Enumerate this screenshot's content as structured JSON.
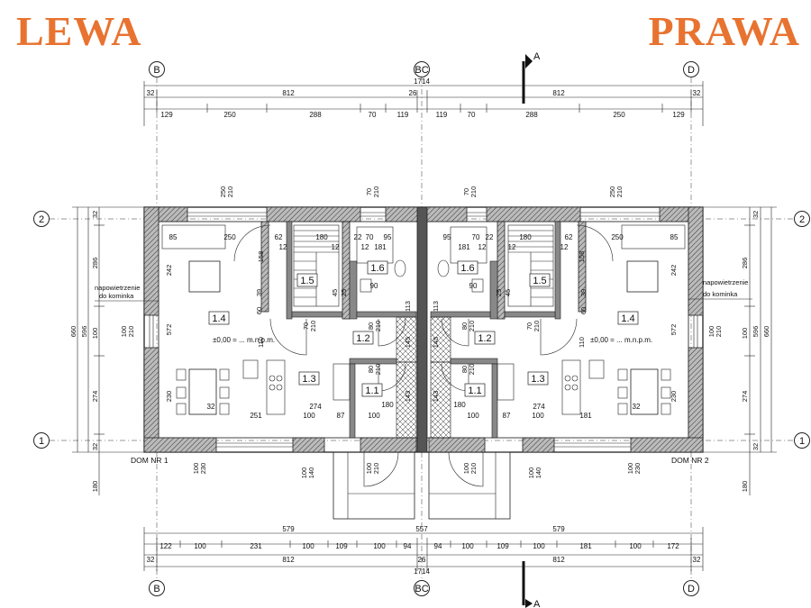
{
  "headers": {
    "left": "LEWA",
    "right": "PRAWA",
    "left_color": "#E87330",
    "right_color": "#E87330"
  },
  "axes": {
    "b": "B",
    "bc": "BC",
    "d": "D",
    "row2": "2",
    "row1": "1"
  },
  "section": "A",
  "dims_top_total": [
    "32",
    "812",
    "26",
    "812",
    "32"
  ],
  "dims_top_overall": "1714",
  "dims_top_left": [
    "129",
    "250",
    "288",
    "70",
    "119"
  ],
  "dims_top_right": [
    "119",
    "70",
    "288",
    "250",
    "129"
  ],
  "dims_bottom_overall": "557",
  "dims_bottom_579": [
    "579",
    "579"
  ],
  "dims_bottom_left": [
    "122",
    "100",
    "231",
    "100",
    "109",
    "100",
    "94"
  ],
  "dims_bottom_right": [
    "94",
    "100",
    "109",
    "100",
    "181",
    "100",
    "172"
  ],
  "dims_bottom_total": [
    "32",
    "812",
    "26",
    "812",
    "32"
  ],
  "dims_bottom_1714": "1714",
  "dims_side": {
    "d32a": "32",
    "d286": "286",
    "d596": "596",
    "d660": "660",
    "d100": "100",
    "d274": "274",
    "d32b": "32",
    "d180": "180"
  },
  "rooms": {
    "r11": "1.1",
    "r12": "1.2",
    "r13": "1.3",
    "r14": "1.4",
    "r15": "1.5",
    "r16": "1.6"
  },
  "notes": {
    "vent_line1": "napowietrzenie",
    "vent_line2": "do kominka"
  },
  "houses": {
    "left": "DOM NR 1",
    "right": "DOM NR 2"
  },
  "inner_dims": {
    "d85": "85",
    "d250": "250",
    "d242": "242",
    "d572": "572",
    "d230": "230",
    "d32": "32",
    "d274": "274",
    "d251": "251",
    "d181": "181",
    "d100": "100",
    "d87": "87",
    "d180": "180",
    "d110": "110",
    "d158": "158",
    "d62": "62",
    "d12": "12",
    "d22": "22",
    "d95": "95",
    "d90": "90",
    "d70": "70",
    "d60": "60",
    "d39": "39",
    "d145": "145",
    "d143": "143",
    "d113": "113",
    "d45": "45",
    "d25": "25",
    "w250_210": [
      "250",
      "210"
    ],
    "w70_210": [
      "70",
      "210"
    ],
    "w80_210": [
      "80",
      "210"
    ],
    "w100_210": [
      "100",
      "210"
    ],
    "w100_230": [
      "100",
      "230"
    ],
    "w100_140": [
      "100",
      "140"
    ],
    "level": "±0,00 = ... m.n.p.m."
  }
}
